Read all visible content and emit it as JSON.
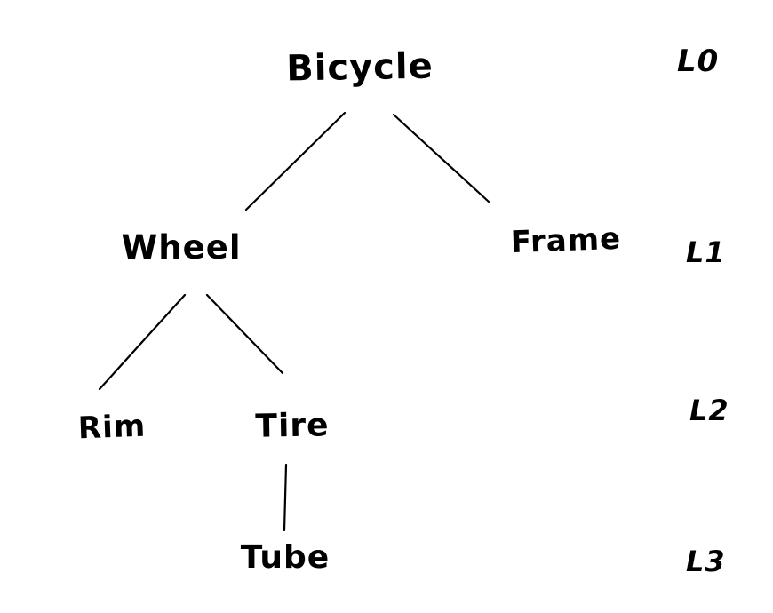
{
  "diagram": {
    "type": "tree",
    "description": "Hand-drawn component hierarchy tree of a bicycle with depth level labels",
    "nodes": {
      "bicycle": {
        "label": "Bicycle",
        "level": 0
      },
      "wheel": {
        "label": "Wheel",
        "level": 1
      },
      "frame": {
        "label": "Frame",
        "level": 1
      },
      "rim": {
        "label": "Rim",
        "level": 2
      },
      "tire": {
        "label": "Tire",
        "level": 2
      },
      "tube": {
        "label": "Tube",
        "level": 3
      }
    },
    "edges": [
      {
        "from": "bicycle",
        "to": "wheel"
      },
      {
        "from": "bicycle",
        "to": "frame"
      },
      {
        "from": "wheel",
        "to": "rim"
      },
      {
        "from": "wheel",
        "to": "tire"
      },
      {
        "from": "tire",
        "to": "tube"
      }
    ],
    "level_labels": {
      "l0": "L0",
      "l1": "L1",
      "l2": "L2",
      "l3": "L3"
    },
    "colors": {
      "ink": "#000000",
      "background": "#ffffff"
    }
  }
}
